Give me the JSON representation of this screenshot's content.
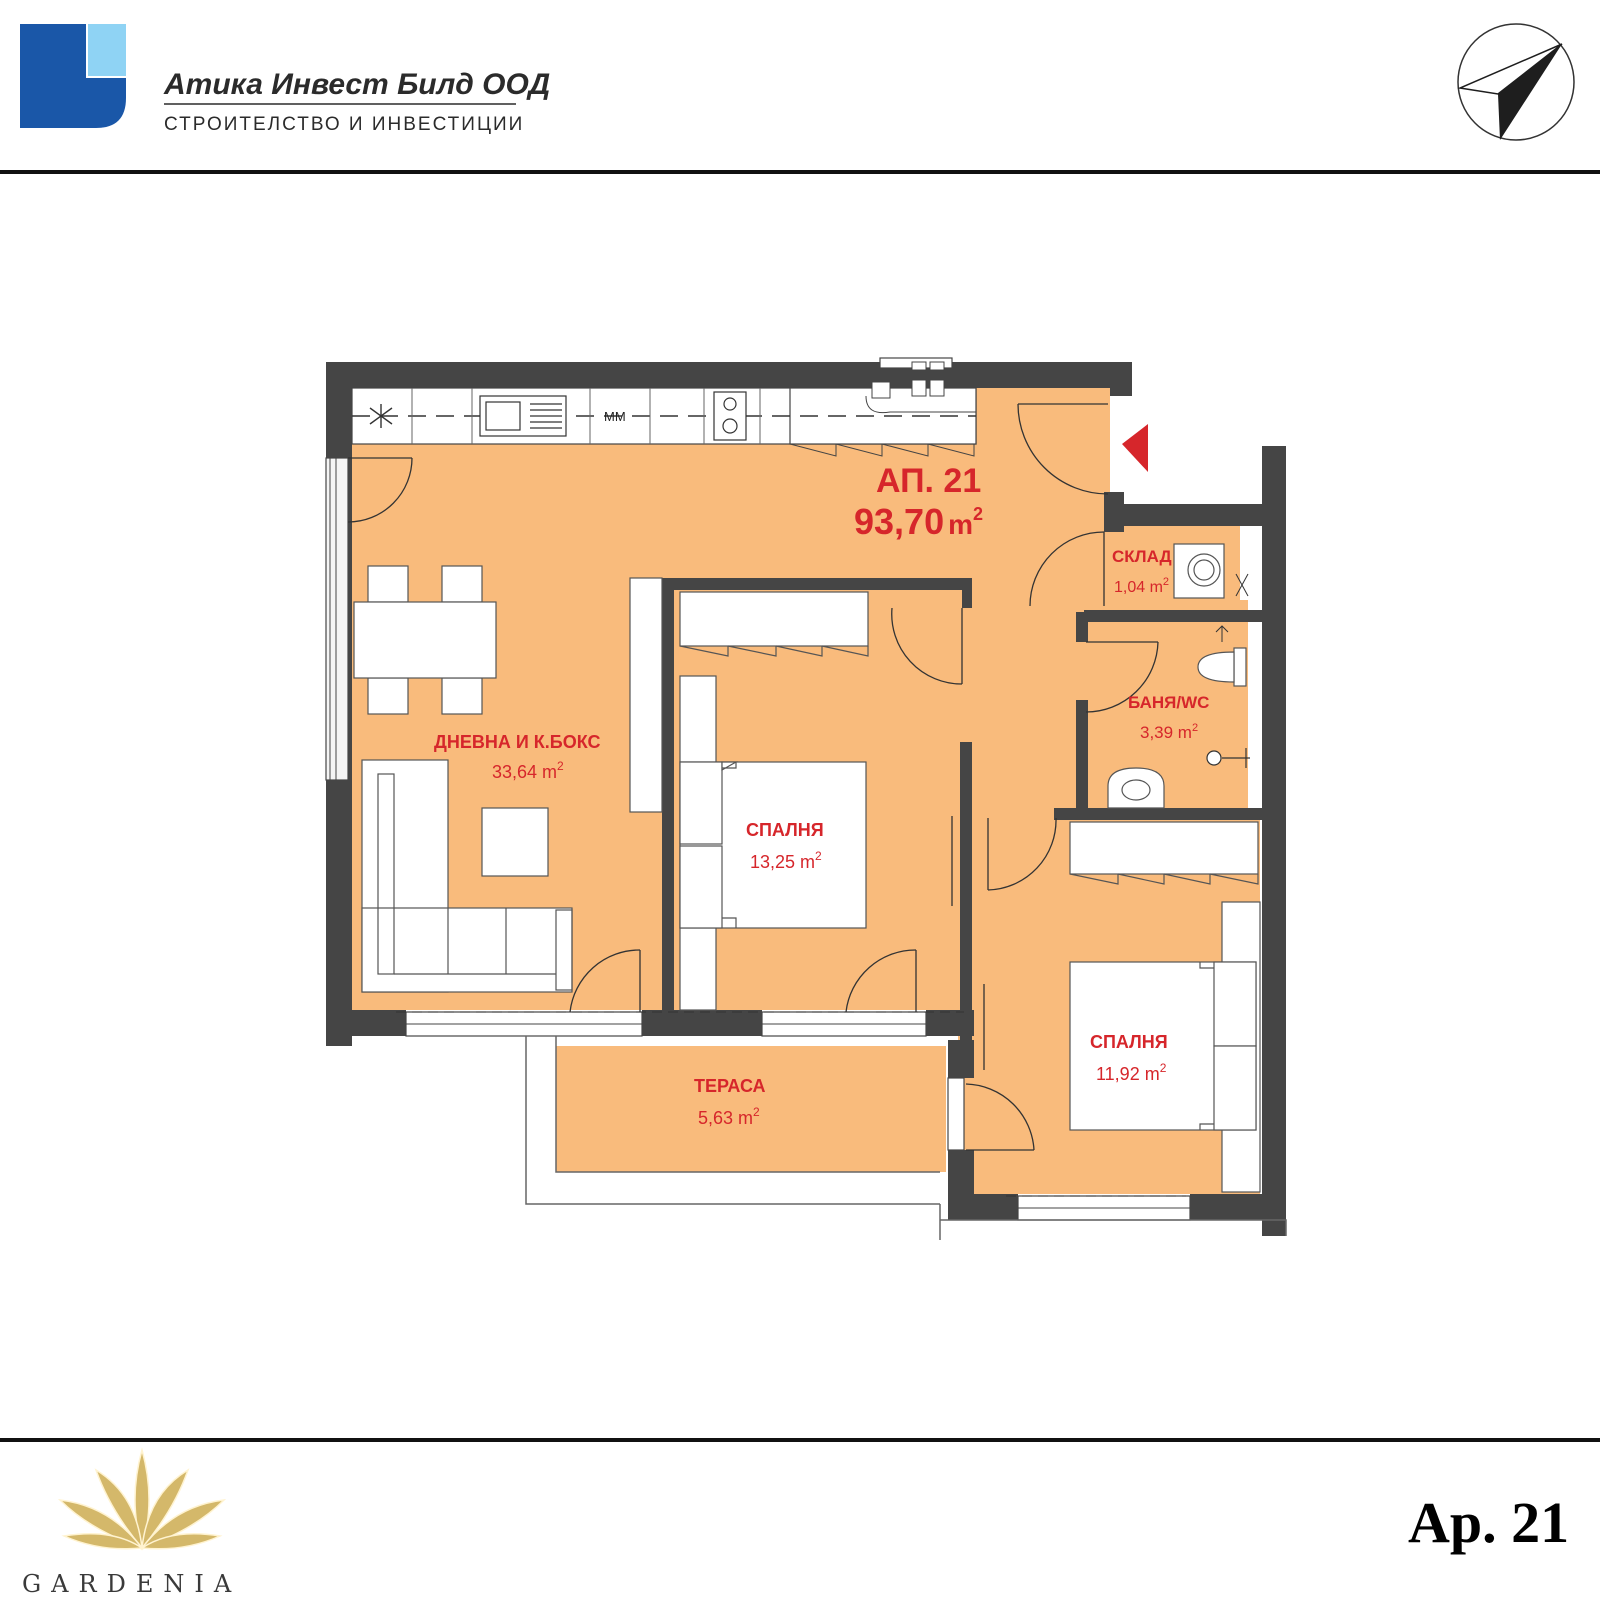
{
  "header": {
    "company_name": "Атика Инвест Билд ООД",
    "company_tagline": "СТРОИТЕЛСТВО И ИНВЕСТИЦИИ",
    "logo_color_dark": "#1a57a8",
    "logo_color_light": "#8fd3f4"
  },
  "apartment": {
    "label": "АП. 21",
    "area_value": "93,70",
    "area_unit": "m",
    "area_exp": "2"
  },
  "rooms": {
    "living": {
      "title": "ДНЕВНА И К.БОКС",
      "area": "33,64 m",
      "exp": "2"
    },
    "bedroom1": {
      "title": "СПАЛНЯ",
      "area": "13,25 m",
      "exp": "2"
    },
    "bedroom2": {
      "title": "СПАЛНЯ",
      "area": "11,92 m",
      "exp": "2"
    },
    "storage": {
      "title": "СКЛАД",
      "area": "1,04 m",
      "exp": "2"
    },
    "bath": {
      "title": "БАНЯ/WC",
      "area": "3,39 m",
      "exp": "2"
    },
    "terrace": {
      "title": "ТЕРАСА",
      "area": "5,63 m",
      "exp": "2"
    }
  },
  "kitchen": {
    "appliance_label": "MM"
  },
  "footer": {
    "brand_name": "GARDENIA",
    "sheet_label": "Ap. 21"
  },
  "colors": {
    "floor": "#f9bb7c",
    "wall": "#454545",
    "accent_red": "#d6262b",
    "furniture": "#ffffff"
  }
}
